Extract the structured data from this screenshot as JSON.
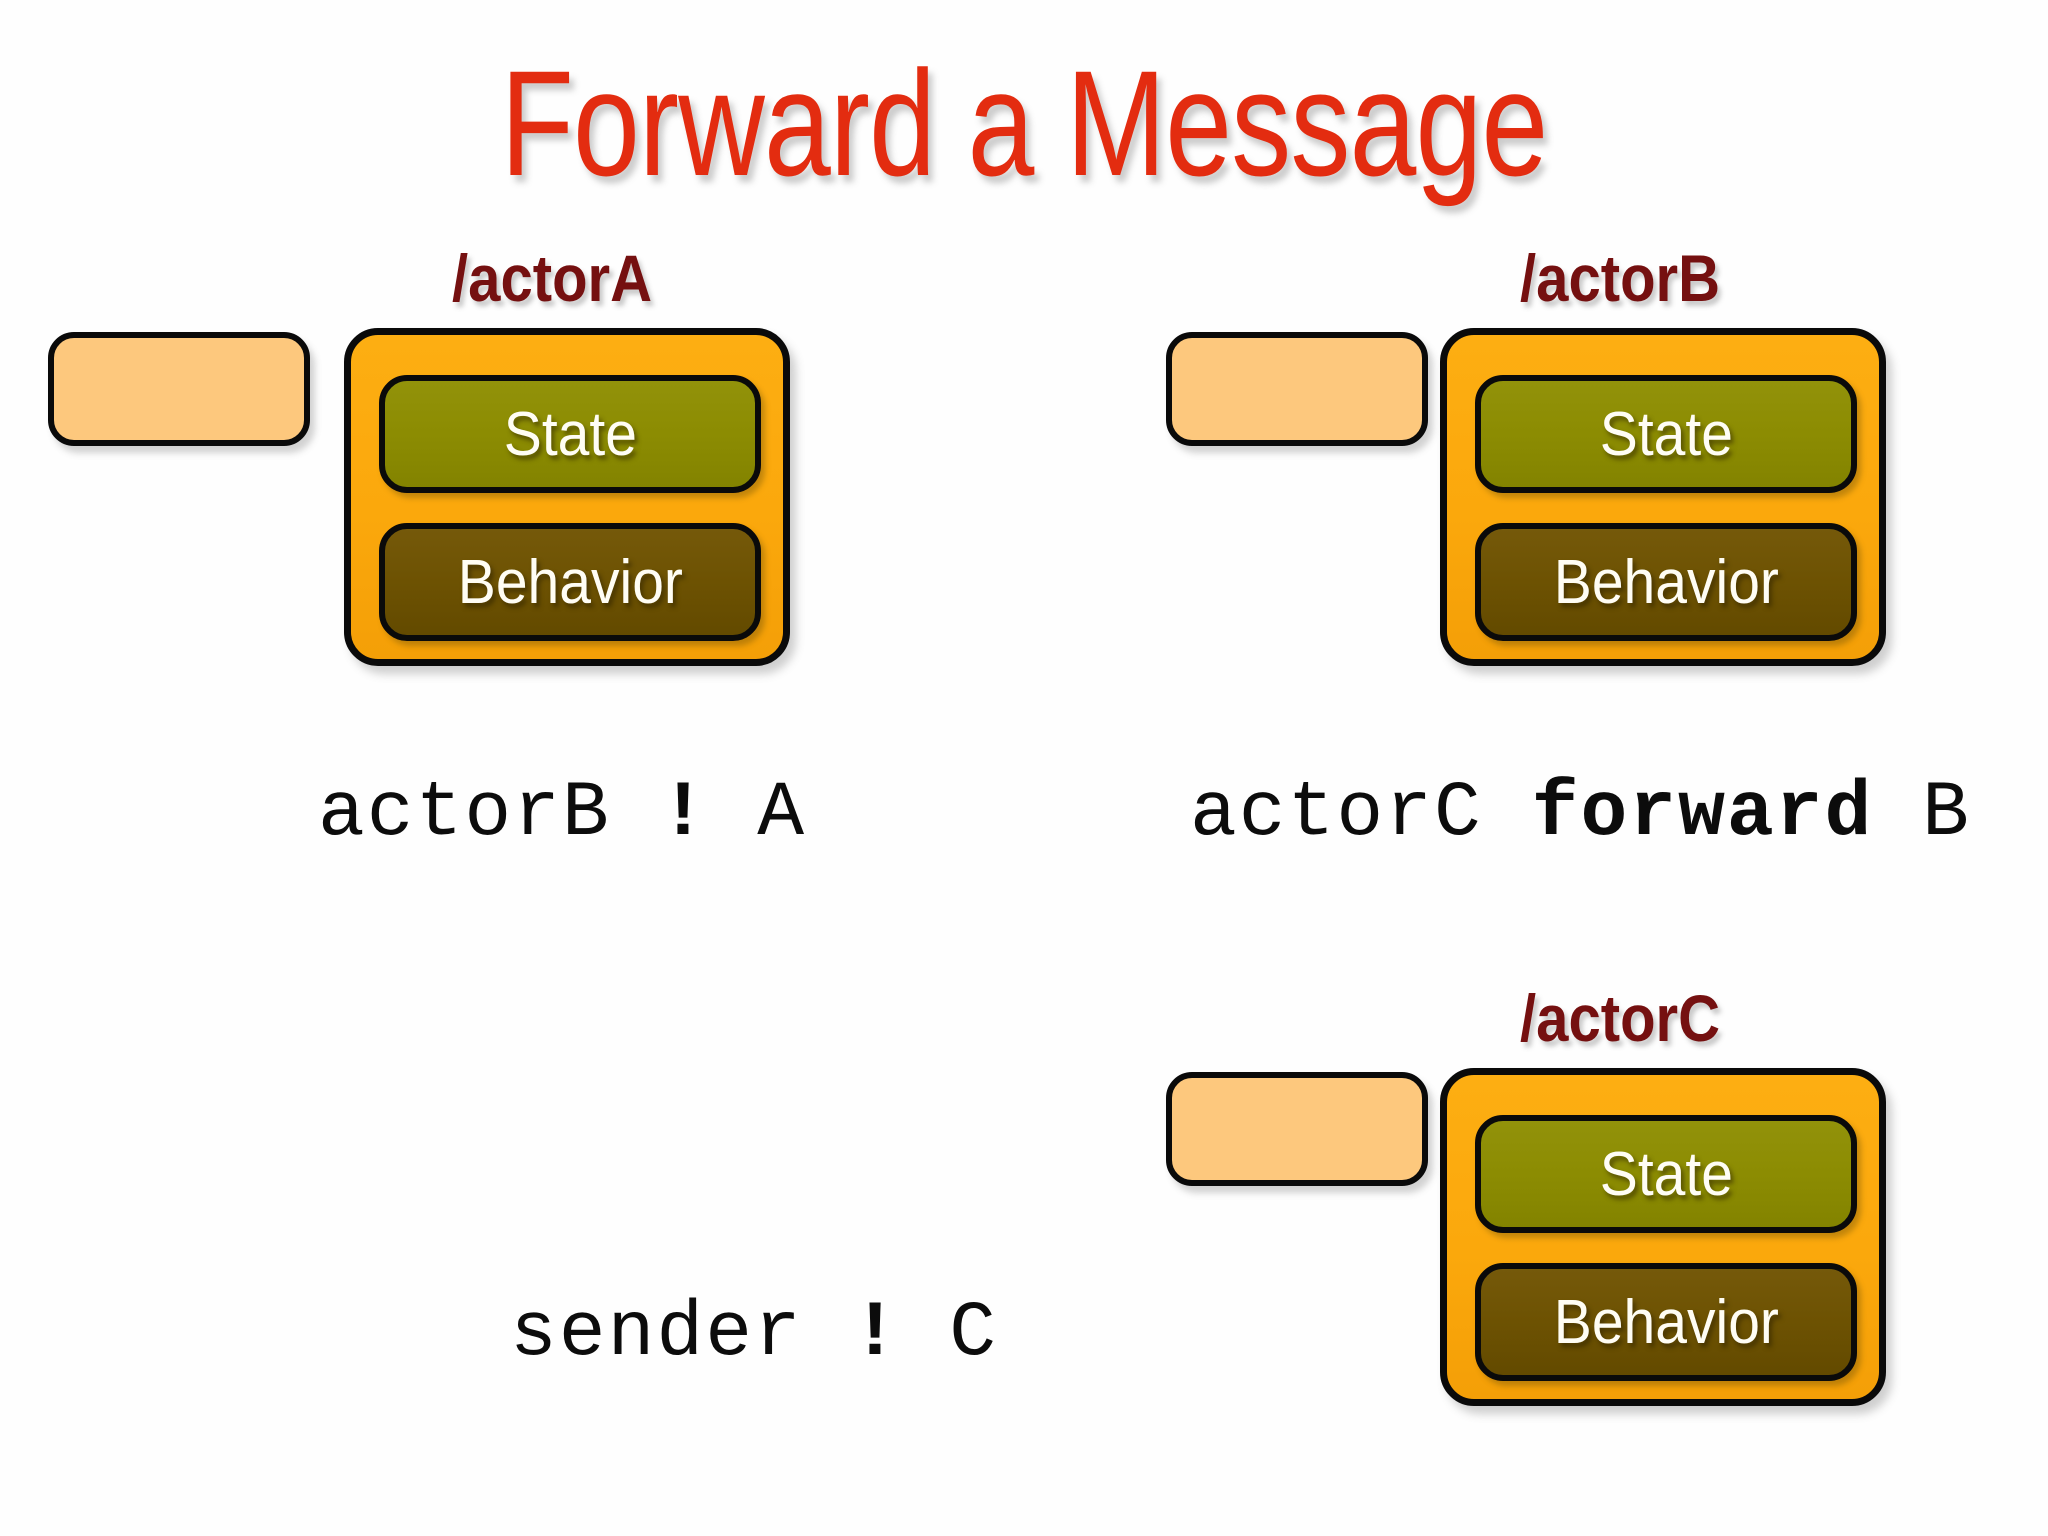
{
  "slide": {
    "title": "Forward a Message",
    "title_color": "#e32c10",
    "background_color": "#fefefe"
  },
  "labels": {
    "state": "State",
    "behavior": "Behavior"
  },
  "colors": {
    "actor_box": "#fba80c",
    "mailbox": "#fdc87d",
    "state_slab": "#8c8c02",
    "behavior_slab": "#6d5202",
    "actor_name": "#751010",
    "outline": "#0a0a0a"
  },
  "actors": [
    {
      "name": "/actorA",
      "mailbox_label": "",
      "state_label": "State",
      "behavior_label": "Behavior"
    },
    {
      "name": "/actorB",
      "mailbox_label": "",
      "state_label": "State",
      "behavior_label": "Behavior"
    },
    {
      "name": "/actorC",
      "mailbox_label": "",
      "state_label": "State",
      "behavior_label": "Behavior"
    }
  ],
  "code_lines": [
    {
      "id": "actorA-code",
      "parts": [
        {
          "text": "actorB ",
          "bold": false
        },
        {
          "text": "!",
          "bold": true
        },
        {
          "text": " A",
          "bold": false
        }
      ],
      "full_text": "actorB ! A"
    },
    {
      "id": "actorB-code",
      "parts": [
        {
          "text": "actorC ",
          "bold": false
        },
        {
          "text": "forward",
          "bold": true
        },
        {
          "text": " B",
          "bold": false
        }
      ],
      "full_text": "actorC forward B"
    },
    {
      "id": "actorC-code",
      "parts": [
        {
          "text": "sender ",
          "bold": false
        },
        {
          "text": "!",
          "bold": true
        },
        {
          "text": " C",
          "bold": false
        }
      ],
      "full_text": "sender ! C"
    }
  ]
}
